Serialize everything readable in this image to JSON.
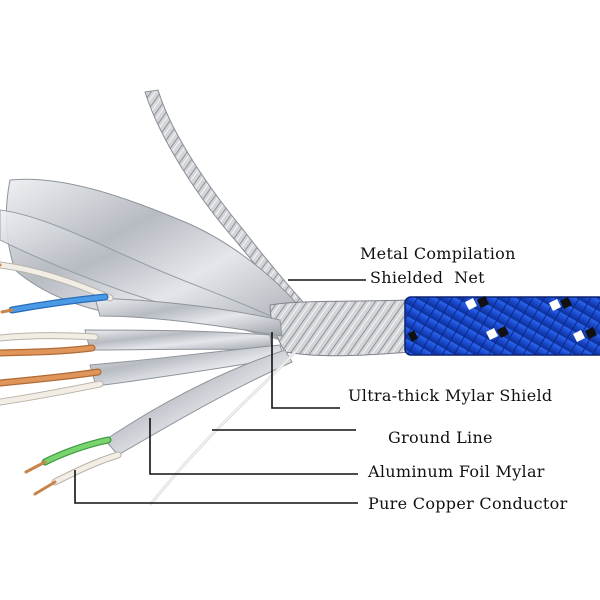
{
  "labels": {
    "metal_compilation_line1": "Metal Compilation",
    "metal_compilation_line2": "Shielded  Net",
    "mylar_shield": "Ultra-thick Mylar Shield",
    "ground_line": "Ground Line",
    "aluminum_foil": "Aluminum Foil Mylar",
    "copper_conductor": "Pure Copper Conductor"
  },
  "colors": {
    "jacket_blue": "#1a4fd8",
    "jacket_mark_white": "#ffffff",
    "jacket_mark_black": "#111111",
    "foil_silver": "#c9ccd1",
    "wire_blue": "#3a86d6",
    "wire_orange": "#d98a4e",
    "wire_green": "#5fbf5a",
    "wire_white": "#f2eee6",
    "copper": "#c8844a",
    "leader_line": "#111111"
  }
}
